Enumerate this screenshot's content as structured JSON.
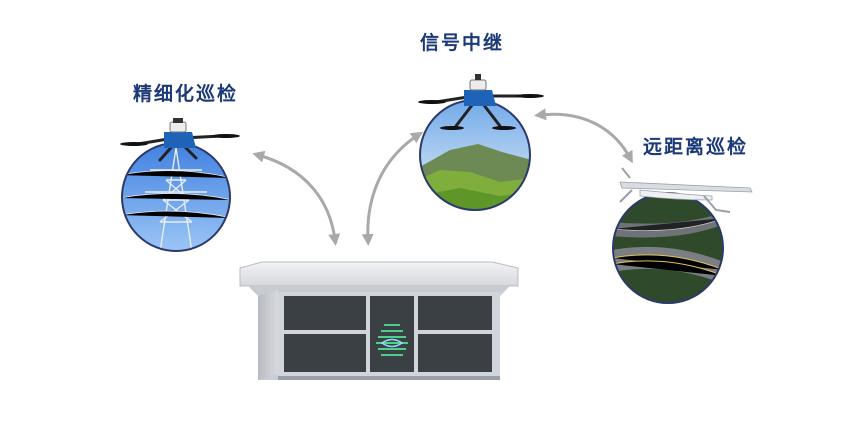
{
  "labels": {
    "fine_inspection": "精细化巡检",
    "signal_relay": "信号中继",
    "long_range_inspection": "远距离巡检"
  },
  "colors": {
    "label_text": "#1c3a78",
    "arrow": "#a9a9a9",
    "drone_body": "#1f63b8",
    "circle_border": "#2c3a6b",
    "cabinet_frame": "#c9ccd3",
    "cabinet_glass": "#3a4044",
    "logo_accent": "#4fd08a"
  },
  "icons": [
    "quadcopter-drone-icon",
    "fixed-wing-drone-icon",
    "power-tower-photo",
    "mountain-photo",
    "highway-photo",
    "hangar-cabinet",
    "bidirectional-arrow-icon"
  ]
}
